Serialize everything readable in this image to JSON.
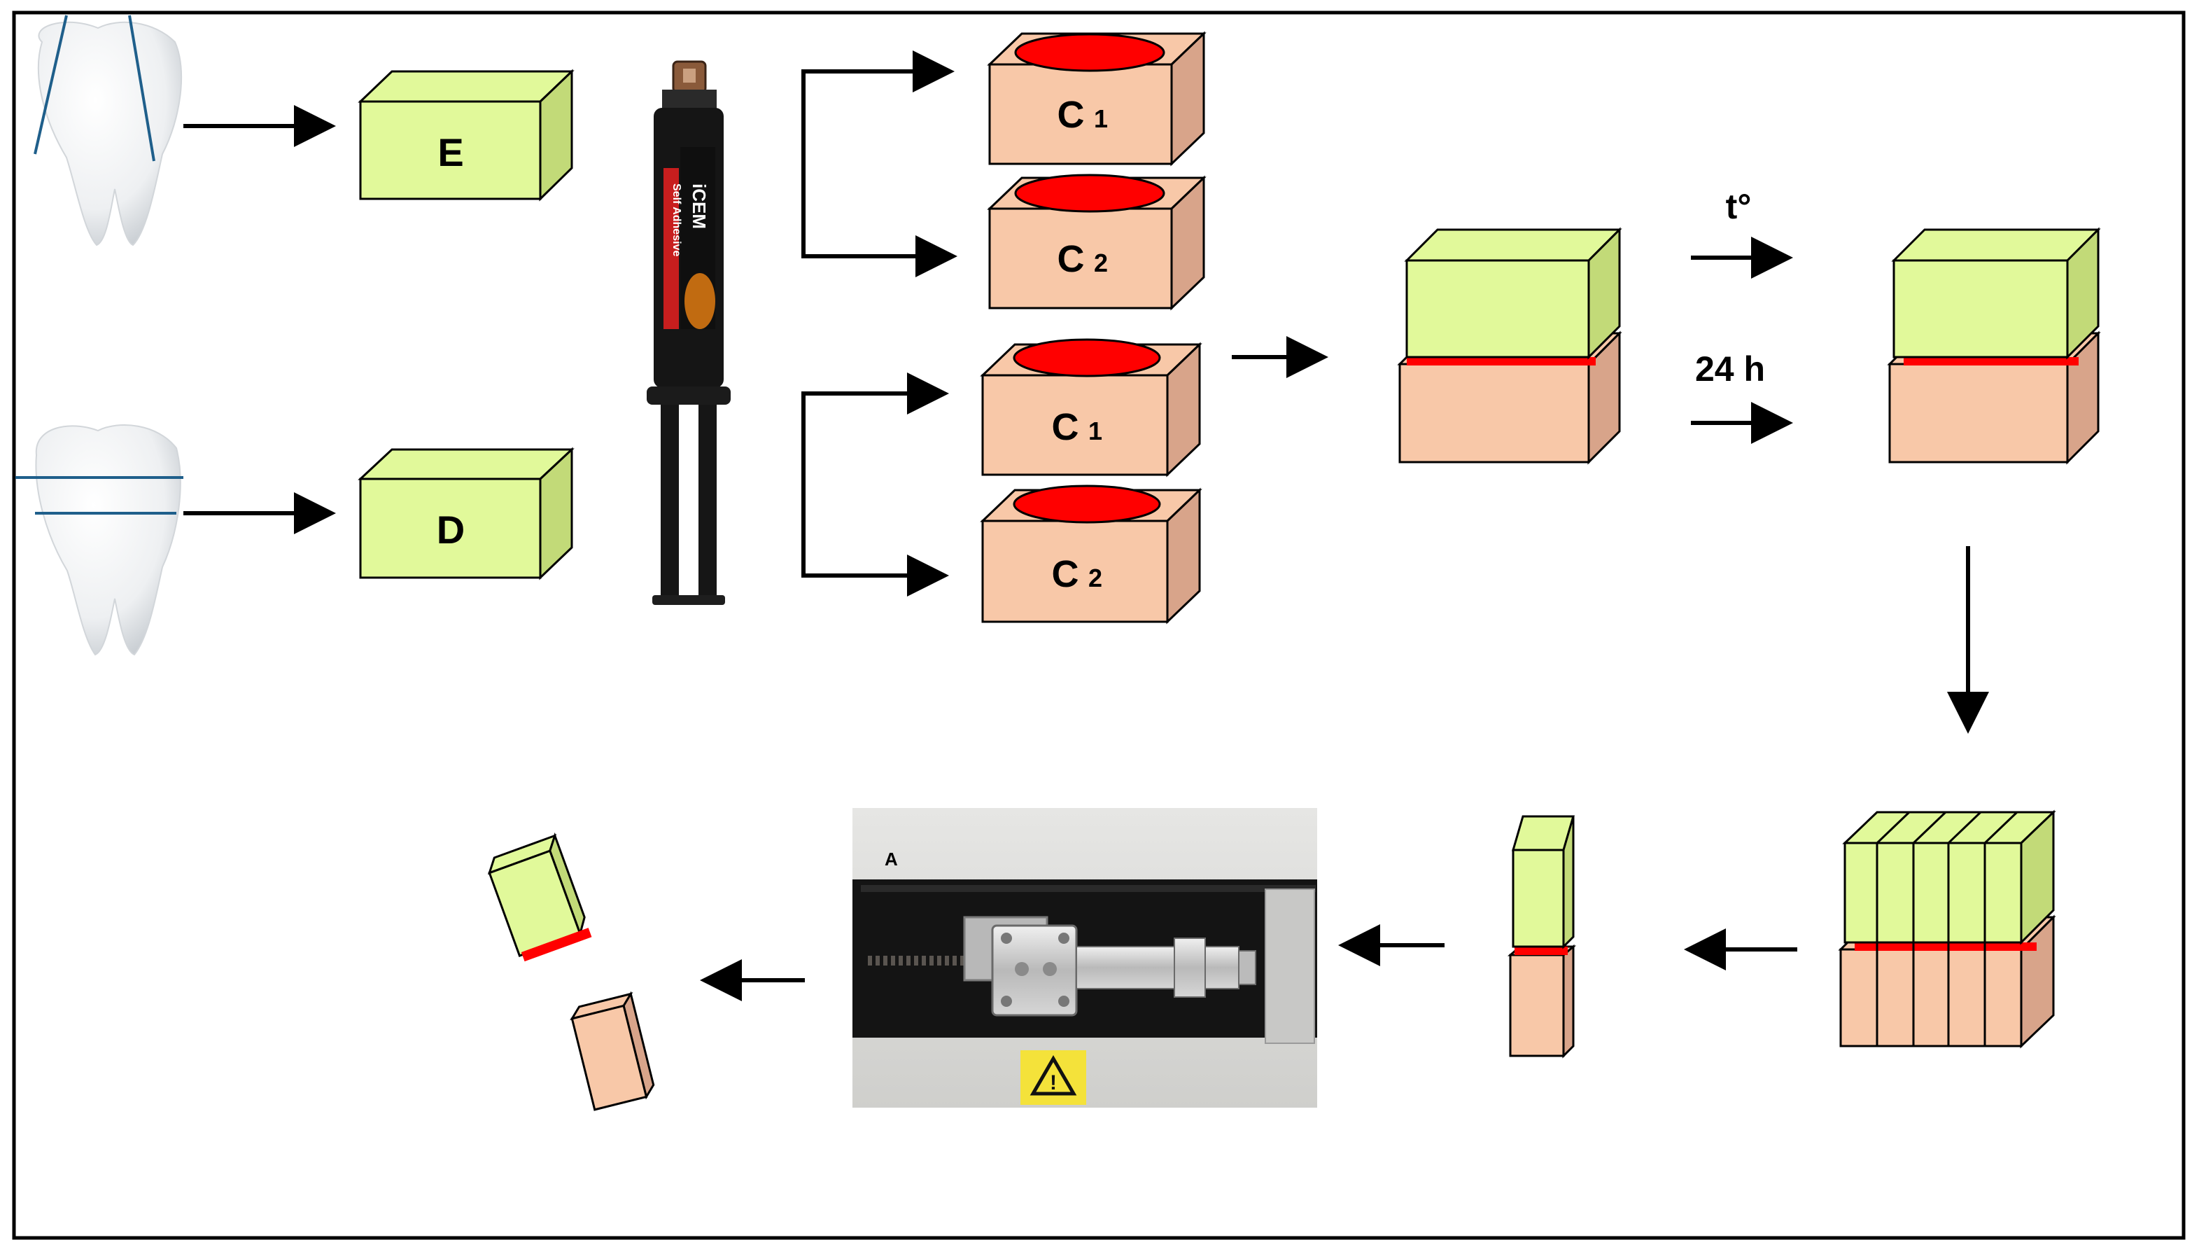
{
  "labels": {
    "enamel_block": "E",
    "dentin_block": "D",
    "temperature": "t°",
    "duration": "24 h",
    "composite_letter": "C",
    "sub_1": "1",
    "sub_2": "2",
    "machine_panel": "A"
  },
  "product": {
    "brand": "iCEM",
    "variant": "Self Adhesive"
  },
  "colors": {
    "frame": "#000000",
    "tooth_block_front": "#e1f99a",
    "tooth_block_side": "#c2da78",
    "composite_front": "#f8c8a8",
    "composite_side": "#d8a48a",
    "cement": "#ff0000",
    "arrow": "#000000",
    "tooth_outline": "#1f5f8b"
  }
}
